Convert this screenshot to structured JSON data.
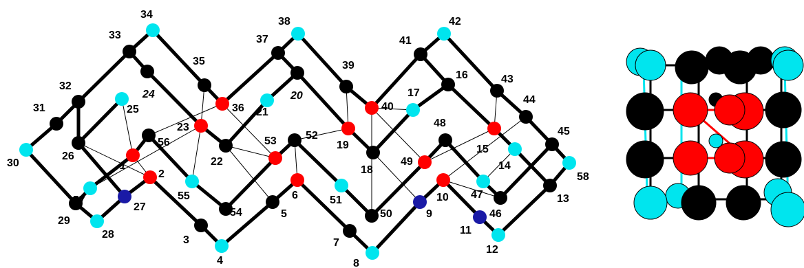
{
  "colors": {
    "black": "#000000",
    "red": "#ff0000",
    "cyan": "#00e5ee",
    "blue": "#1a1aa6"
  },
  "atoms": [
    {
      "id": "1",
      "label": "1",
      "color": "red"
    },
    {
      "id": "2",
      "label": "2",
      "color": "red"
    },
    {
      "id": "3",
      "label": "3",
      "color": "black"
    },
    {
      "id": "4",
      "label": "4",
      "color": "cyan"
    },
    {
      "id": "5",
      "label": "5",
      "color": "black"
    },
    {
      "id": "6",
      "label": "6",
      "color": "red"
    },
    {
      "id": "7",
      "label": "7",
      "color": "black"
    },
    {
      "id": "8",
      "label": "8",
      "color": "cyan"
    },
    {
      "id": "9",
      "label": "9",
      "color": "blue"
    },
    {
      "id": "10",
      "label": "10",
      "color": "red"
    },
    {
      "id": "11",
      "label": "11",
      "color": "blue"
    },
    {
      "id": "12",
      "label": "12",
      "color": "cyan"
    },
    {
      "id": "13",
      "label": "13",
      "color": "black"
    },
    {
      "id": "14",
      "label": "14",
      "color": "cyan"
    },
    {
      "id": "15",
      "label": "15",
      "color": "red"
    },
    {
      "id": "16",
      "label": "16",
      "color": "black"
    },
    {
      "id": "17",
      "label": "17",
      "color": "cyan"
    },
    {
      "id": "18",
      "label": "18",
      "color": "black"
    },
    {
      "id": "19",
      "label": "19",
      "color": "red"
    },
    {
      "id": "20",
      "label": "20",
      "color": "black"
    },
    {
      "id": "21",
      "label": "21",
      "color": "cyan"
    },
    {
      "id": "22",
      "label": "22",
      "color": "black"
    },
    {
      "id": "23",
      "label": "23",
      "color": "red"
    },
    {
      "id": "24",
      "label": "24",
      "color": "black"
    },
    {
      "id": "25",
      "label": "25",
      "color": "cyan"
    },
    {
      "id": "26",
      "label": "26",
      "color": "black"
    },
    {
      "id": "27",
      "label": "27",
      "color": "blue"
    },
    {
      "id": "28",
      "label": "28",
      "color": "cyan"
    },
    {
      "id": "29",
      "label": "29",
      "color": "black"
    },
    {
      "id": "30",
      "label": "30",
      "color": "cyan"
    },
    {
      "id": "31",
      "label": "31",
      "color": "black"
    },
    {
      "id": "32",
      "label": "32",
      "color": "black"
    },
    {
      "id": "33",
      "label": "33",
      "color": "black"
    },
    {
      "id": "34",
      "label": "34",
      "color": "cyan"
    },
    {
      "id": "35",
      "label": "35",
      "color": "black"
    },
    {
      "id": "36",
      "label": "36",
      "color": "red"
    },
    {
      "id": "37",
      "label": "37",
      "color": "black"
    },
    {
      "id": "38",
      "label": "38",
      "color": "cyan"
    },
    {
      "id": "39",
      "label": "39",
      "color": "black"
    },
    {
      "id": "40",
      "label": "40",
      "color": "red"
    },
    {
      "id": "41",
      "label": "41",
      "color": "black"
    },
    {
      "id": "42",
      "label": "42",
      "color": "cyan"
    },
    {
      "id": "43",
      "label": "43",
      "color": "black"
    },
    {
      "id": "44",
      "label": "44",
      "color": "black"
    },
    {
      "id": "45",
      "label": "45",
      "color": "black"
    },
    {
      "id": "46",
      "label": "46",
      "color": "black"
    },
    {
      "id": "47",
      "label": "47",
      "color": "cyan"
    },
    {
      "id": "48",
      "label": "48",
      "color": "black"
    },
    {
      "id": "49",
      "label": "49",
      "color": "red"
    },
    {
      "id": "50",
      "label": "50",
      "color": "black"
    },
    {
      "id": "51",
      "label": "51",
      "color": "cyan"
    },
    {
      "id": "52",
      "label": "52",
      "color": "black"
    },
    {
      "id": "53",
      "label": "53",
      "color": "red"
    },
    {
      "id": "54",
      "label": "54",
      "color": "black"
    },
    {
      "id": "55",
      "label": "55",
      "color": "cyan"
    },
    {
      "id": "56",
      "label": "56",
      "color": "black"
    },
    {
      "id": "57",
      "label": "57",
      "color": "cyan"
    },
    {
      "id": "58",
      "label": "58",
      "color": "cyan"
    }
  ],
  "bonds": [
    [
      "30",
      "31"
    ],
    [
      "31",
      "32"
    ],
    [
      "32",
      "33"
    ],
    [
      "33",
      "34"
    ],
    [
      "34",
      "35"
    ],
    [
      "35",
      "36"
    ],
    [
      "36",
      "37"
    ],
    [
      "37",
      "38"
    ],
    [
      "38",
      "39"
    ],
    [
      "39",
      "40"
    ],
    [
      "40",
      "41"
    ],
    [
      "41",
      "42"
    ],
    [
      "42",
      "43"
    ],
    [
      "43",
      "44"
    ],
    [
      "44",
      "45"
    ],
    [
      "45",
      "58"
    ],
    [
      "30",
      "29"
    ],
    [
      "29",
      "28"
    ],
    [
      "28",
      "27"
    ],
    [
      "27",
      "2"
    ],
    [
      "2",
      "3"
    ],
    [
      "3",
      "4"
    ],
    [
      "4",
      "5"
    ],
    [
      "5",
      "6"
    ],
    [
      "6",
      "7"
    ],
    [
      "7",
      "8"
    ],
    [
      "8",
      "9"
    ],
    [
      "9",
      "10"
    ],
    [
      "10",
      "11"
    ],
    [
      "11",
      "12"
    ],
    [
      "12",
      "13"
    ],
    [
      "13",
      "58"
    ],
    [
      "26",
      "32"
    ],
    [
      "26",
      "27"
    ],
    [
      "29",
      "57"
    ],
    [
      "57",
      "1"
    ],
    [
      "1",
      "56"
    ],
    [
      "56",
      "55"
    ],
    [
      "55",
      "54"
    ],
    [
      "54",
      "53"
    ],
    [
      "53",
      "52"
    ],
    [
      "52",
      "51"
    ],
    [
      "51",
      "50"
    ],
    [
      "50",
      "49"
    ],
    [
      "49",
      "48"
    ],
    [
      "48",
      "47"
    ],
    [
      "47",
      "46"
    ],
    [
      "46",
      "45"
    ],
    [
      "25",
      "26"
    ],
    [
      "24",
      "33"
    ],
    [
      "24",
      "23"
    ],
    [
      "23",
      "22"
    ],
    [
      "22",
      "21"
    ],
    [
      "21",
      "20"
    ],
    [
      "20",
      "19"
    ],
    [
      "19",
      "18"
    ],
    [
      "18",
      "17"
    ],
    [
      "17",
      "16"
    ],
    [
      "16",
      "15"
    ],
    [
      "15",
      "14"
    ],
    [
      "14",
      "13"
    ],
    [
      "20",
      "37"
    ],
    [
      "16",
      "41"
    ]
  ],
  "thin_bonds": [
    [
      "26",
      "2"
    ],
    [
      "1",
      "2"
    ],
    [
      "56",
      "36"
    ],
    [
      "35",
      "23"
    ],
    [
      "23",
      "55"
    ],
    [
      "22",
      "53"
    ],
    [
      "22",
      "5"
    ],
    [
      "53",
      "36"
    ],
    [
      "6",
      "52"
    ],
    [
      "19",
      "39"
    ],
    [
      "50",
      "40"
    ],
    [
      "40",
      "17"
    ],
    [
      "18",
      "9"
    ],
    [
      "49",
      "15"
    ],
    [
      "15",
      "43"
    ],
    [
      "10",
      "44"
    ],
    [
      "47",
      "14"
    ],
    [
      "57",
      "23"
    ],
    [
      "1",
      "25"
    ],
    [
      "52",
      "19"
    ],
    [
      "10",
      "46"
    ],
    [
      "40",
      "49"
    ]
  ]
}
